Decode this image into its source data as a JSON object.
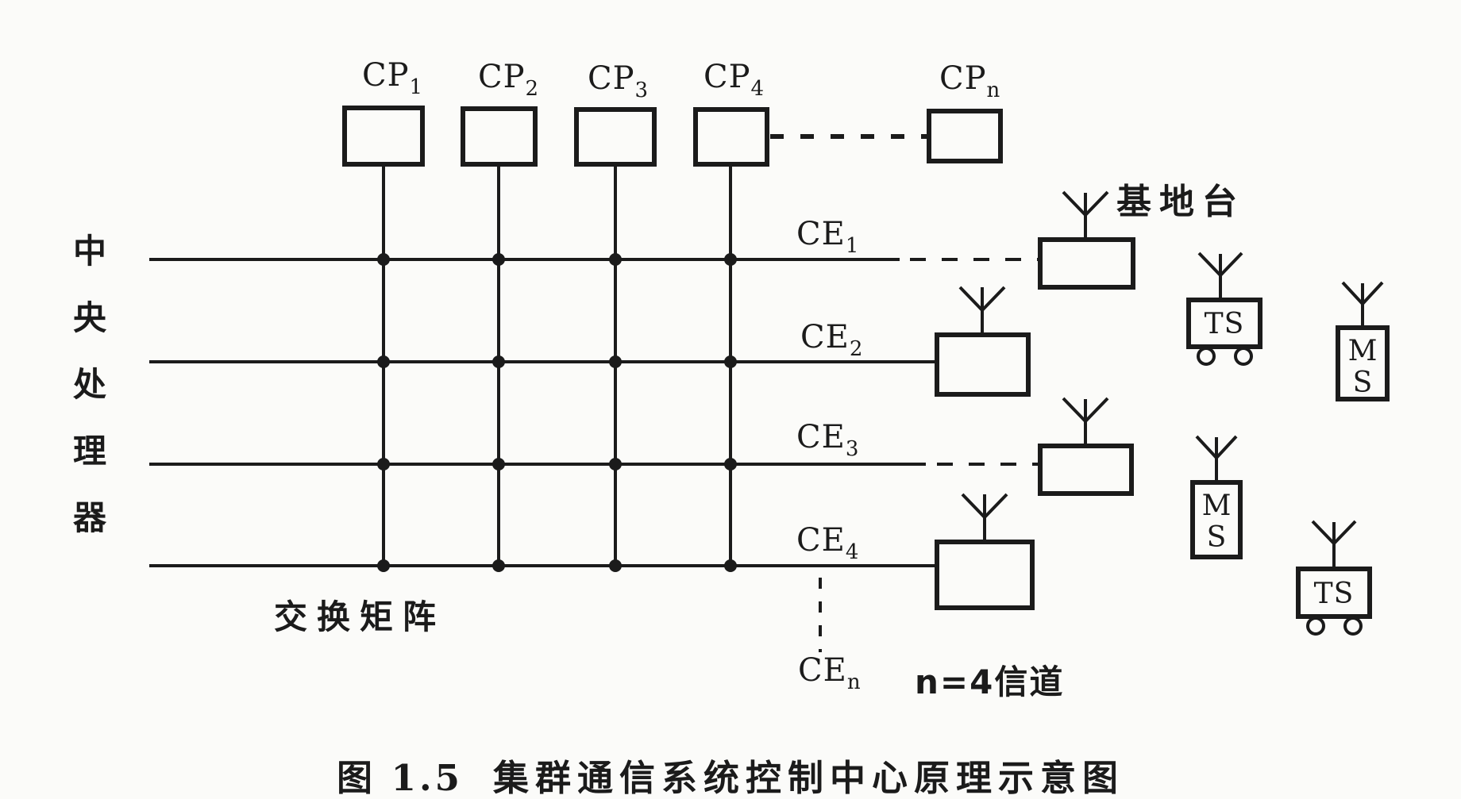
{
  "background": "#fbfbf9",
  "ink": "#1b1b1b",
  "cp_units": [
    {
      "base": "CP",
      "sub": "1"
    },
    {
      "base": "CP",
      "sub": "2"
    },
    {
      "base": "CP",
      "sub": "3"
    },
    {
      "base": "CP",
      "sub": "4"
    },
    {
      "base": "CP",
      "sub": "n"
    }
  ],
  "ce_channels": [
    {
      "base": "CE",
      "sub": "1"
    },
    {
      "base": "CE",
      "sub": "2"
    },
    {
      "base": "CE",
      "sub": "3"
    },
    {
      "base": "CE",
      "sub": "4"
    },
    {
      "base": "CE",
      "sub": "n"
    }
  ],
  "cpu_label": {
    "full": "中央处理器",
    "chars": [
      "中",
      "央",
      "处",
      "理",
      "器"
    ]
  },
  "switch_matrix_label": "交换矩阵",
  "base_station_label": "基地台",
  "channel_note": "n=4信道",
  "stations": {
    "ts": "TS",
    "ms_line1": "M",
    "ms_line2": "S"
  },
  "caption": {
    "figure_no": "图 1.5",
    "title": "集群通信系统控制中心原理示意图"
  }
}
